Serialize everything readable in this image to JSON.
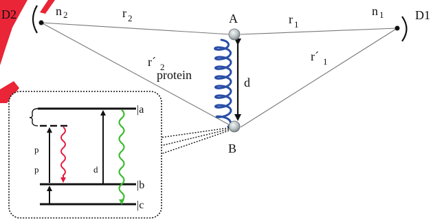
{
  "diagram": {
    "labels": {
      "D2": "D2",
      "D1": "D1",
      "n2": "n",
      "n2_sub": "2",
      "n1": "n",
      "n1_sub": "1",
      "r2": "r",
      "r2_sub": "2",
      "r1": "r",
      "r1_sub": "1",
      "r2p": "r´",
      "r2p_sub": "2",
      "r1p": "r´",
      "r1p_sub": "1",
      "A": "A",
      "B": "B",
      "d": "d",
      "protein": "protein"
    },
    "inset": {
      "level_a": "|a",
      "level_b": "|b",
      "level_c": "|c",
      "p_top": "p",
      "p_bottom": "p",
      "d": "d"
    },
    "colors": {
      "line": "#111111",
      "thin_line": "#777777",
      "protein": "#2b4fa8",
      "red_wave": "#e21b3c",
      "green_wave": "#3dbb2f",
      "atom_fill": "#b8c2c2",
      "watermark": "#e8192c"
    }
  }
}
